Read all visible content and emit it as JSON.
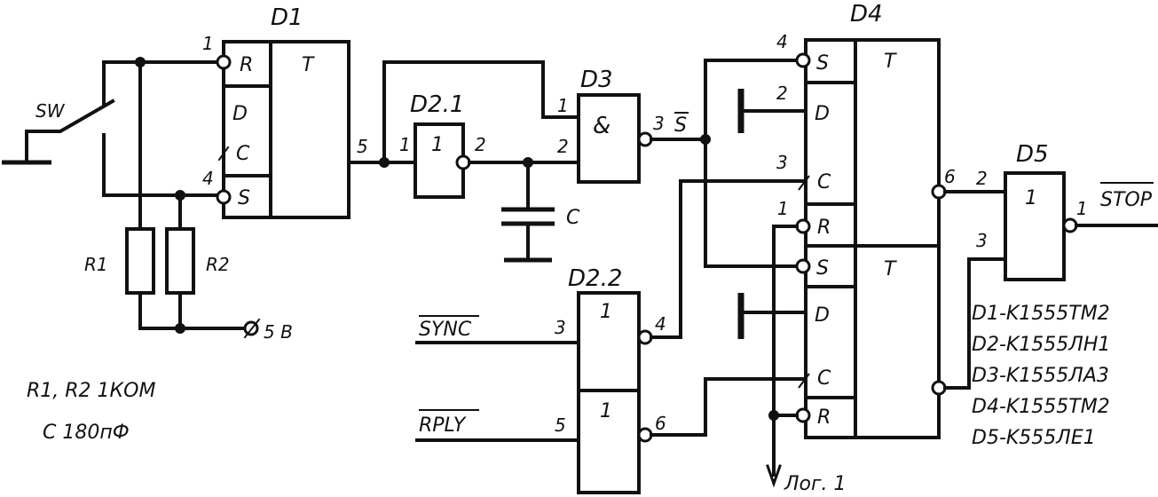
{
  "components": {
    "d1": {
      "label": "D1",
      "pins": {
        "r": "1",
        "s": "4",
        "q": "5"
      },
      "inputs": [
        "R",
        "D",
        "C",
        "S"
      ],
      "type": "T"
    },
    "d21": {
      "label": "D2.1",
      "symbol": "1",
      "pins": {
        "in": "1",
        "out": "2"
      }
    },
    "d3": {
      "label": "D3",
      "symbol": "&",
      "pins": {
        "in1": "1",
        "in2": "2",
        "out": "3"
      }
    },
    "d22": {
      "label": "D2.2",
      "symbol": "1",
      "pins": {
        "in1": "3",
        "out1": "4",
        "in2": "5",
        "out2": "6"
      }
    },
    "d4": {
      "label": "D4",
      "type": "T",
      "pins": {
        "s": "4",
        "d": "2",
        "c": "3",
        "r": "1",
        "q": "6"
      },
      "inputs": [
        "S",
        "D",
        "C",
        "R"
      ]
    },
    "d5": {
      "label": "D5",
      "symbol": "1",
      "pins": {
        "in1": "2",
        "in2": "3",
        "out": "1"
      }
    },
    "sw": "SW",
    "r1": "R1",
    "r2": "R2",
    "cap": "C",
    "supply": "5 В"
  },
  "signals": {
    "s_bar": "S",
    "sync": "SYNC",
    "rply": "RPLY",
    "stop": "STOP",
    "log1": "Лог. 1"
  },
  "notes": {
    "resistors": "R1, R2 1КОМ",
    "capacitor": "С 180пФ"
  },
  "parts_list": [
    "D1-K1555TM2",
    "D2-K1555ЛН1",
    "D3-K1555ЛА3",
    "D4-K1555TM2",
    "D5-K555ЛЕ1"
  ]
}
